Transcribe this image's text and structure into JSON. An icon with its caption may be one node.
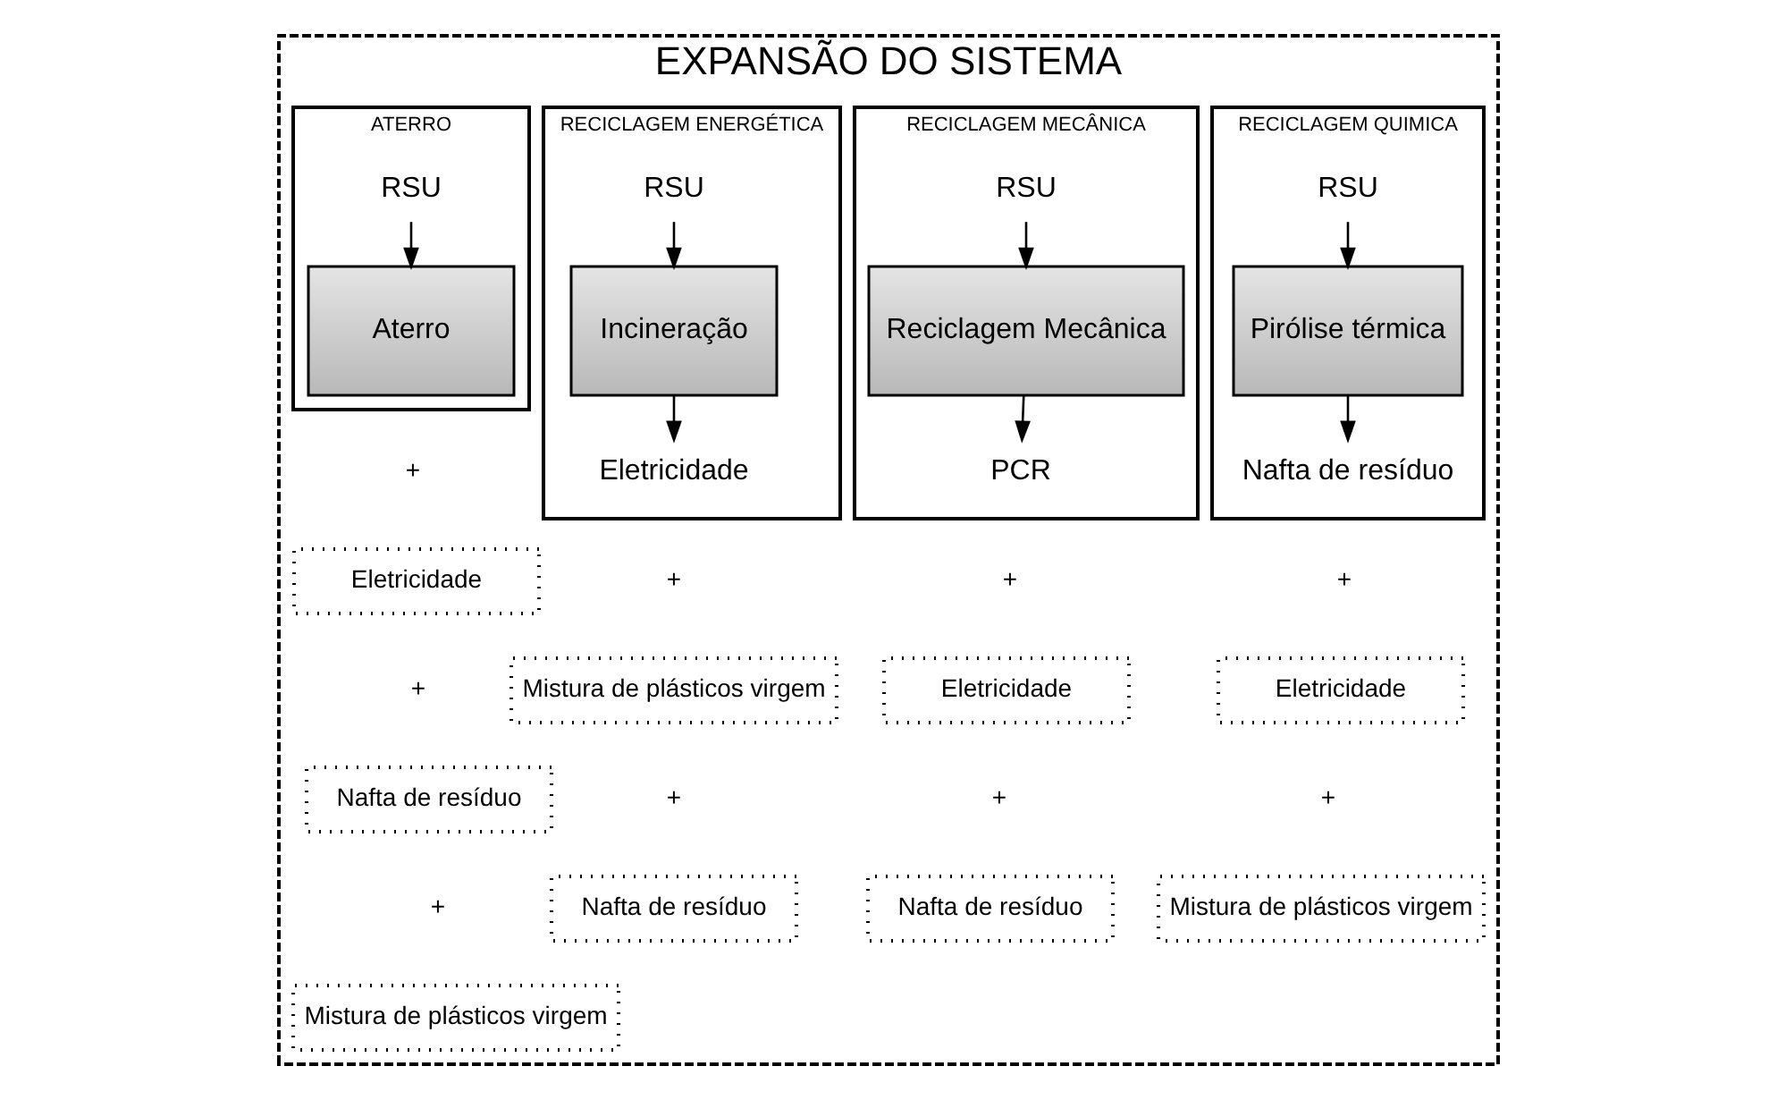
{
  "diagram": {
    "nodes": [
      {
        "text": [
          "EXPANSÃO DO SISTEMA"
        ]
      },
      {
        "text": [
          "RECICLAGEM QUIMICA"
        ],
        "in": 0
      },
      {
        "text": [
          "RSU"
        ],
        "in": 1
      },
      {
        "text": [
          "Pirólise térmica"
        ],
        "in": 1
      },
      {
        "text": [
          "Nafta de resíduo"
        ],
        "in": 1
      },
      {
        "text": [
          "Eletricidade"
        ],
        "in": 0
      },
      {
        "text": [
          "Mistura de plásticos virgem"
        ],
        "in": 0
      },
      {
        "text": [
          "RECICLAGEM MECÂNICA"
        ],
        "in": 0
      },
      {
        "text": [
          "RSU"
        ],
        "in": 7
      },
      {
        "text": [
          "Reciclagem Mecânica"
        ],
        "in": 7
      },
      {
        "text": [
          "PCR"
        ],
        "in": 7
      },
      {
        "text": [
          "Eletricidade"
        ],
        "in": 0
      },
      {
        "text": [
          "Nafta de resíduo"
        ],
        "in": 0
      },
      {
        "text": [
          "RECICLAGEM ENERGÉTICA"
        ],
        "in": 0
      },
      {
        "text": [
          "RSU"
        ],
        "in": 13
      },
      {
        "text": [
          "Incineração"
        ],
        "in": 13
      },
      {
        "text": [
          "Eletricidade"
        ],
        "in": 13
      },
      {
        "text": [
          "Mistura de plásticos virgem"
        ],
        "in": 0
      },
      {
        "text": [
          "Nafta de resíduo"
        ],
        "in": 0
      },
      {
        "text": [
          "ATERRO"
        ],
        "in": 0
      },
      {
        "text": [
          "RSU"
        ],
        "in": 19
      },
      {
        "text": [
          "Aterro"
        ],
        "in": 19
      },
      {
        "text": [
          "Eletricidade"
        ],
        "in": 0
      },
      {
        "text": [
          "Nafta de resíduo"
        ],
        "in": 0
      },
      {
        "text": [
          "Mistura de plásticos virgem"
        ],
        "in": 0
      }
    ],
    "edges": [
      {
        "from": 2,
        "to": 3,
        "arrow": "to"
      },
      {
        "from": 3,
        "to": 4,
        "arrow": "to"
      },
      {
        "from": 8,
        "to": 9,
        "arrow": "to"
      },
      {
        "from": 9,
        "to": 10,
        "arrow": "to"
      },
      {
        "from": 14,
        "to": 15,
        "arrow": "to"
      },
      {
        "from": 15,
        "to": 16,
        "arrow": "to"
      },
      {
        "from": 20,
        "to": 21,
        "arrow": "to"
      }
    ],
    "labels": [
      "+",
      "+",
      "+",
      "+",
      "+",
      "+",
      "+",
      "+",
      "+"
    ]
  }
}
